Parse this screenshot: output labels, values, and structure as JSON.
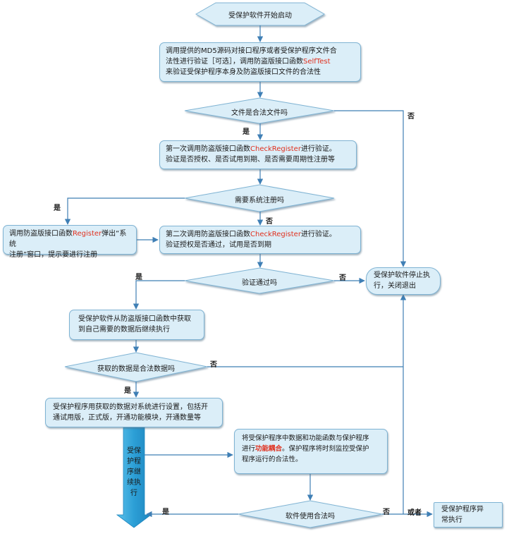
{
  "nodes": {
    "start": "受保护软件开始启动",
    "step1": [
      "调用提供的MD5源码对接口程序或者受保护程序文件合",
      "法性进行验证［可选］，调用防盗版接口函数",
      "SelfTest",
      "来验证受保护程序本身及防盗版接口文件的合法性"
    ],
    "dec1": "文件是合法文件吗",
    "step2": [
      "第一次调用防盗版接口函数",
      "CheckRegister",
      "进行验证。",
      "验证是否授权、是否试用到期、是否需要周期性注册等"
    ],
    "dec2": "需要系统注册吗",
    "reg_box": [
      "调用防盗版接口函数",
      "Register",
      "弹出“系统",
      "注册”窗口，提示要进行注册"
    ],
    "step3": [
      "第二次调用防盗版接口函数",
      "CheckRegister",
      "进行验证。",
      "验证授权是否通过，试用是否到期"
    ],
    "dec3": "验证通过吗",
    "stop": [
      "受保护软件停止执",
      "行，关闭退出"
    ],
    "step4": [
      "受保护软件从防盗版接口函数中获取",
      "到自己需要的数据后继续执行"
    ],
    "dec4": "获取的数据是合法数据吗",
    "step5": [
      "受保护程序用获取的数据对系统进行设置，包括开",
      "通试用版，正式版，开通功能模块，开通数量等"
    ],
    "continue": "受保护程序继续执行",
    "step6": [
      "将受保护程序中数据和功能函数与保护程序",
      "进行",
      "功能耦合",
      "。保护程序将时刻监控受保护",
      "程序运行的合法性。"
    ],
    "dec5": "软件使用合法吗",
    "abnormal": [
      "受保护程序异",
      "常执行"
    ]
  },
  "labels": {
    "yes": "是",
    "no": "否",
    "or": "或者"
  },
  "colors": {
    "box_fill": "#dbeef8",
    "box_border": "#7fb3d3",
    "arrow": "#3f7fb5",
    "highlight": "#e0301e",
    "fat_arrow": "#3aa9dc"
  }
}
